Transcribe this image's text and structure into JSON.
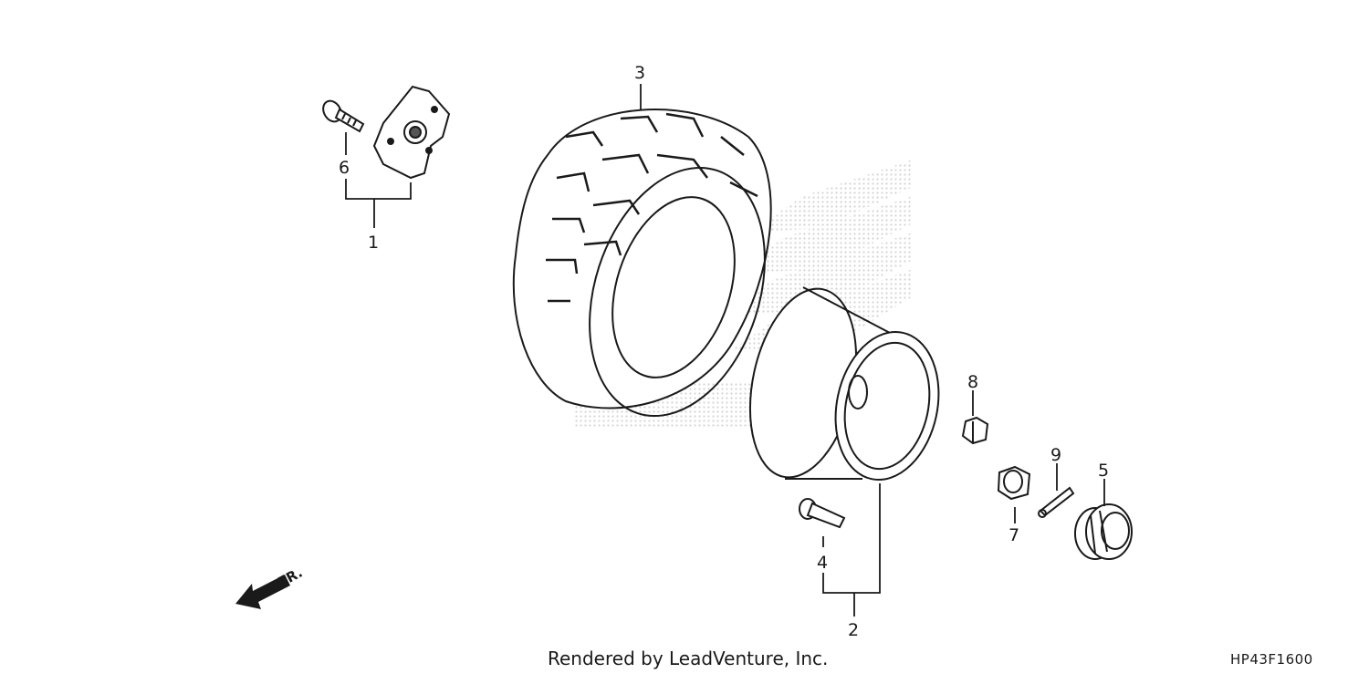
{
  "diagram": {
    "callouts": [
      "1",
      "2",
      "3",
      "4",
      "5",
      "6",
      "7",
      "8",
      "9"
    ],
    "direction_label": "FR.",
    "credit": "Rendered by LeadVenture, Inc.",
    "figure_code": "HP43F1600",
    "watermark": "HONDA wing logo (faint stipple)"
  },
  "colors": {
    "ink": "#1a1a1a",
    "watermark": "#d8d8d8",
    "paper": "#ffffff"
  }
}
